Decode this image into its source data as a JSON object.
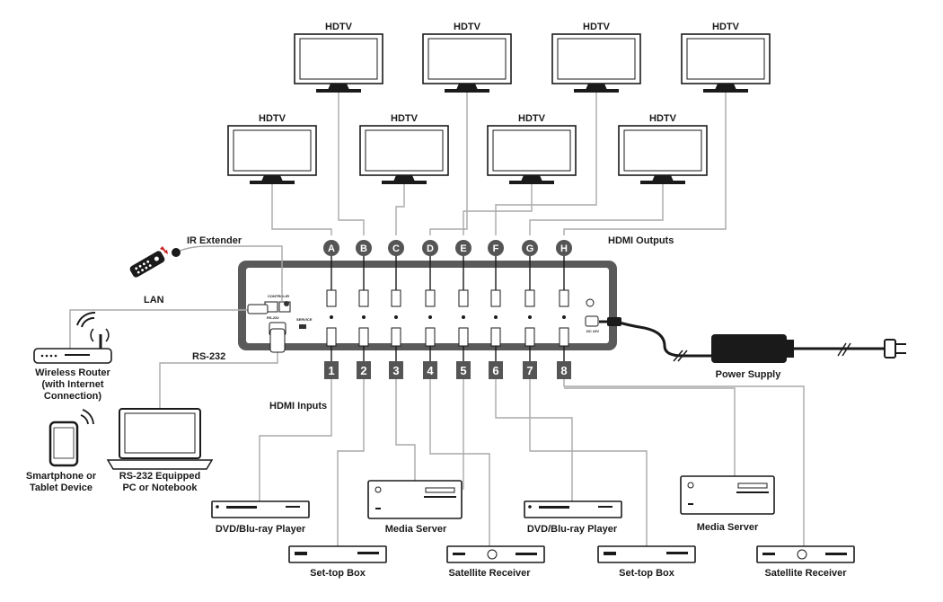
{
  "hdtv_label": "HDTV",
  "output_letters": [
    "A",
    "B",
    "C",
    "D",
    "E",
    "F",
    "G",
    "H"
  ],
  "input_numbers": [
    "1",
    "2",
    "3",
    "4",
    "5",
    "6",
    "7",
    "8"
  ],
  "labels": {
    "ir_extender": "IR Extender",
    "hdmi_outputs": "HDMI Outputs",
    "lan": "LAN",
    "rs232": "RS-232",
    "hdmi_inputs": "HDMI Inputs",
    "power_supply": "Power Supply",
    "router_line1": "Wireless Router",
    "router_line2": "(with Internet",
    "router_line3": "Connection)",
    "phone_line1": "Smartphone or",
    "phone_line2": "Tablet Device",
    "pc_line1": "RS-232 Equipped",
    "pc_line2": "PC or Notebook"
  },
  "panel_labels": {
    "control": "CONTROL",
    "ir": "IR",
    "service": "SERVICE",
    "rs232": "RS-232",
    "dc": "DC 24V"
  },
  "sources": [
    "DVD/Blu-ray Player",
    "Set-top Box",
    "Media Server",
    "Satellite Receiver",
    "DVD/Blu-ray Player",
    "Set-top Box",
    "Media Server",
    "Satellite Receiver"
  ]
}
